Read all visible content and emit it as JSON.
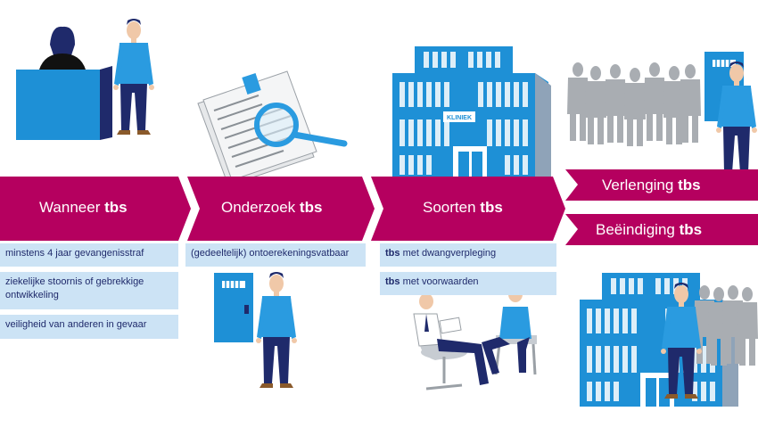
{
  "colors": {
    "banner": "#b5005f",
    "info_bg": "#cce3f5",
    "info_text": "#1f2a6b",
    "building": "#1e90d6",
    "door": "#1e90d6",
    "shadow_people": "#a9adb2"
  },
  "steps": [
    {
      "word": "Wanneer",
      "keyword": "tbs"
    },
    {
      "word": "Onderzoek",
      "keyword": "tbs"
    },
    {
      "word": "Soorten",
      "keyword": "tbs"
    },
    {
      "word": "Verlenging",
      "keyword": "tbs"
    },
    {
      "word": "Beëindiging",
      "keyword": "tbs"
    }
  ],
  "wanneer_items": [
    "minstens 4 jaar gevangenisstraf",
    "ziekelijke stoornis of gebrekkige ontwikkeling",
    "veiligheid van anderen in gevaar"
  ],
  "onderzoek_items": [
    "(gedeeltelijk) ontoerekeningsvatbaar"
  ],
  "soorten_items": [
    {
      "bold": "tbs",
      "text": "met dwangverpleging"
    },
    {
      "bold": "tbs",
      "text": "met voorwaarden"
    }
  ],
  "building_sign": "KLINIEK",
  "icons": [
    "judge-icon",
    "standing-man-icon",
    "document-icon",
    "magnifier-icon",
    "clinic-building-icon",
    "crowd-icon",
    "cell-door-icon",
    "therapy-session-icon"
  ]
}
